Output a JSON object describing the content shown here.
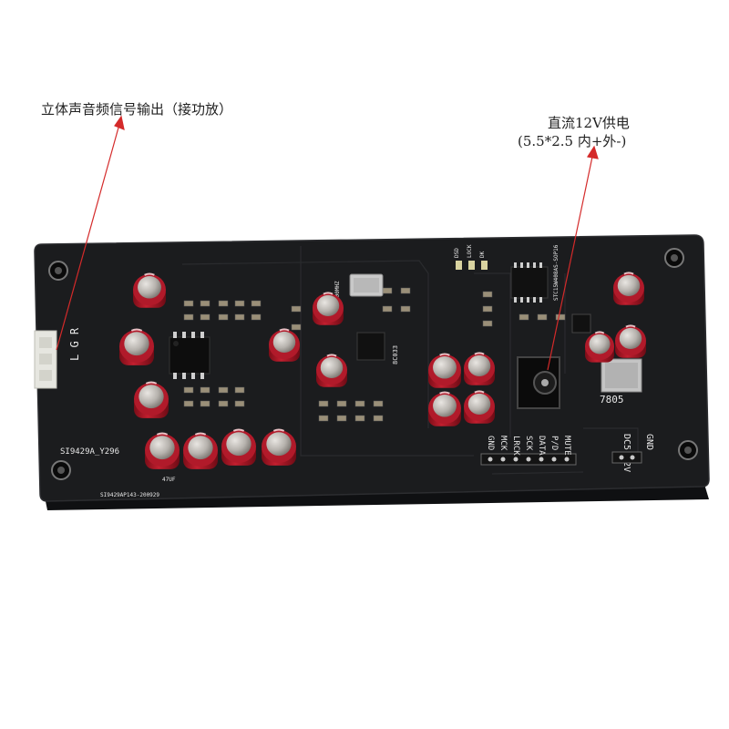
{
  "annotations": {
    "audio_output": "立体声音频信号输出（接功放）",
    "power_title": "直流12V供电",
    "power_spec": "(5.5*2.5  内+外-)"
  },
  "board": {
    "connector_label": "L G R",
    "model_text": "SI9429A_Y296",
    "bottom_text": "SI9429AP143-200929",
    "regulator_label": "7805",
    "dc_label": "DC5-12V",
    "gnd_label": "GND",
    "ic_label": "STC15W408AS-SOP16",
    "osc_label": "100MHZ",
    "chip_label": "8C033",
    "cap_label": "47UF",
    "header_pins": [
      "GND",
      "MCK",
      "LRCK",
      "SCK",
      "DATA",
      "P/D",
      "MUTE"
    ],
    "led_labels": [
      "DSD",
      "LOCK",
      "DK"
    ]
  },
  "colors": {
    "pcb": "#1b1c1e",
    "cap_red": "#b11a2a",
    "cap_top": "#c9c6c2",
    "arrow": "#d42a2a"
  }
}
